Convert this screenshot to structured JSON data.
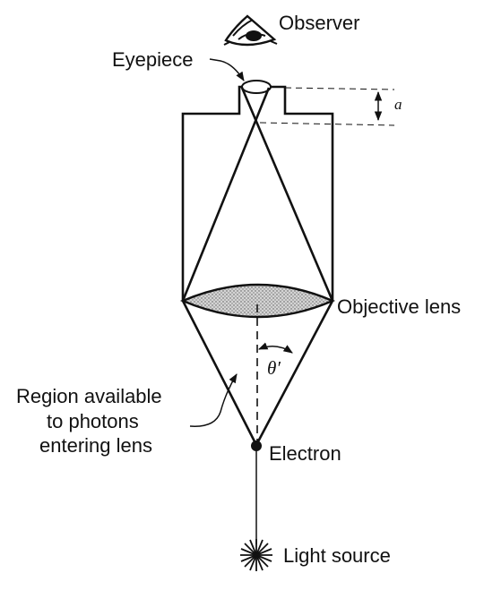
{
  "labels": {
    "observer": "Observer",
    "eyepiece": "Eyepiece",
    "a": "a",
    "objective_lens": "Objective lens",
    "theta": "θ′",
    "region_line1": "Region available",
    "region_line2": "to photons",
    "region_line3": "entering lens",
    "electron": "Electron",
    "light_source": "Light source"
  }
}
